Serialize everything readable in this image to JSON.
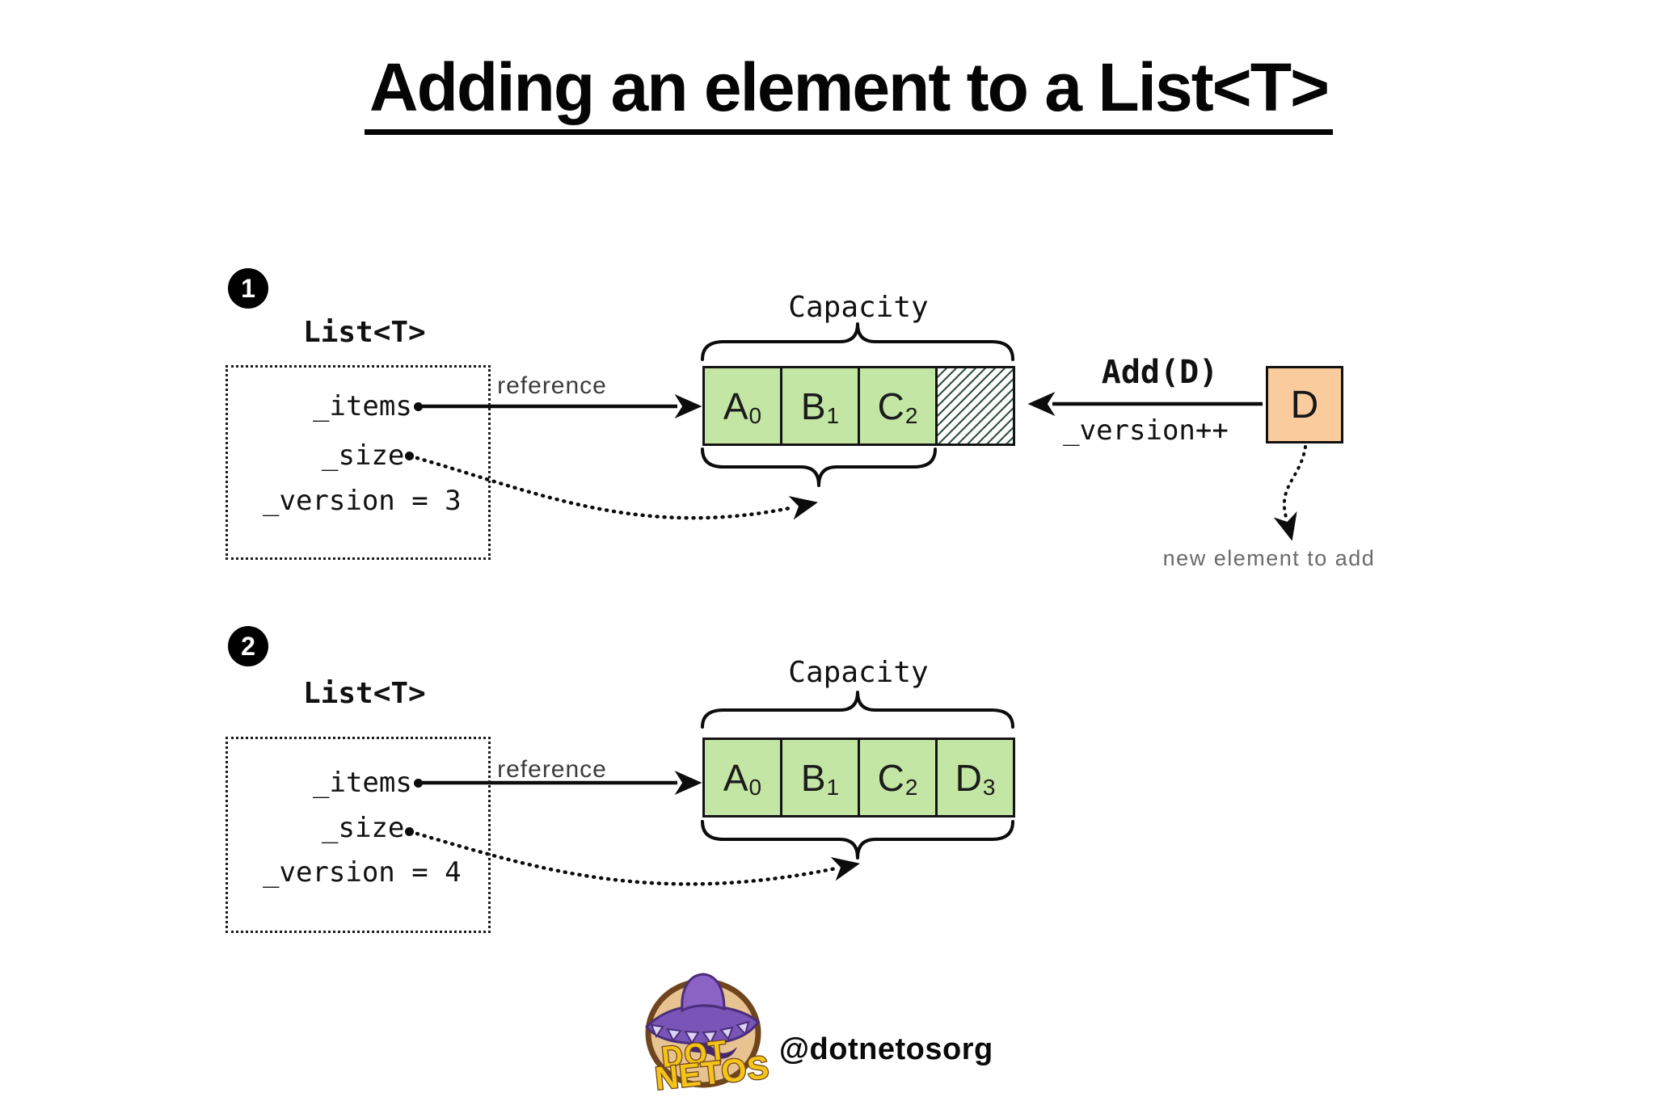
{
  "title": "Adding an element to a List<T>",
  "colors": {
    "cell_green": "#c3e6a4",
    "element_orange": "#f9cb9d",
    "hatch_green": "#33523f",
    "accent_black": "#0c0c0c"
  },
  "step1": {
    "badge": "1",
    "type_label": "List<T>",
    "fields": {
      "items": "_items",
      "size": "_size",
      "version": "_version = 3"
    },
    "reference_label": "reference",
    "capacity_label": "Capacity",
    "cells": [
      {
        "letter": "A",
        "index": "0"
      },
      {
        "letter": "B",
        "index": "1"
      },
      {
        "letter": "C",
        "index": "2"
      }
    ]
  },
  "step2": {
    "badge": "2",
    "type_label": "List<T>",
    "fields": {
      "items": "_items",
      "size": "_size",
      "version": "_version = 4"
    },
    "reference_label": "reference",
    "capacity_label": "Capacity",
    "cells": [
      {
        "letter": "A",
        "index": "0"
      },
      {
        "letter": "B",
        "index": "1"
      },
      {
        "letter": "C",
        "index": "2"
      },
      {
        "letter": "D",
        "index": "3"
      }
    ]
  },
  "add_operation": {
    "label": "Add(D)",
    "side_effect": "_version++",
    "element_letter": "D",
    "annotation": "new element to add"
  },
  "footer": {
    "handle": "@dotnetosorg",
    "logo_line1": "DOT",
    "logo_line2": "NETOS"
  }
}
